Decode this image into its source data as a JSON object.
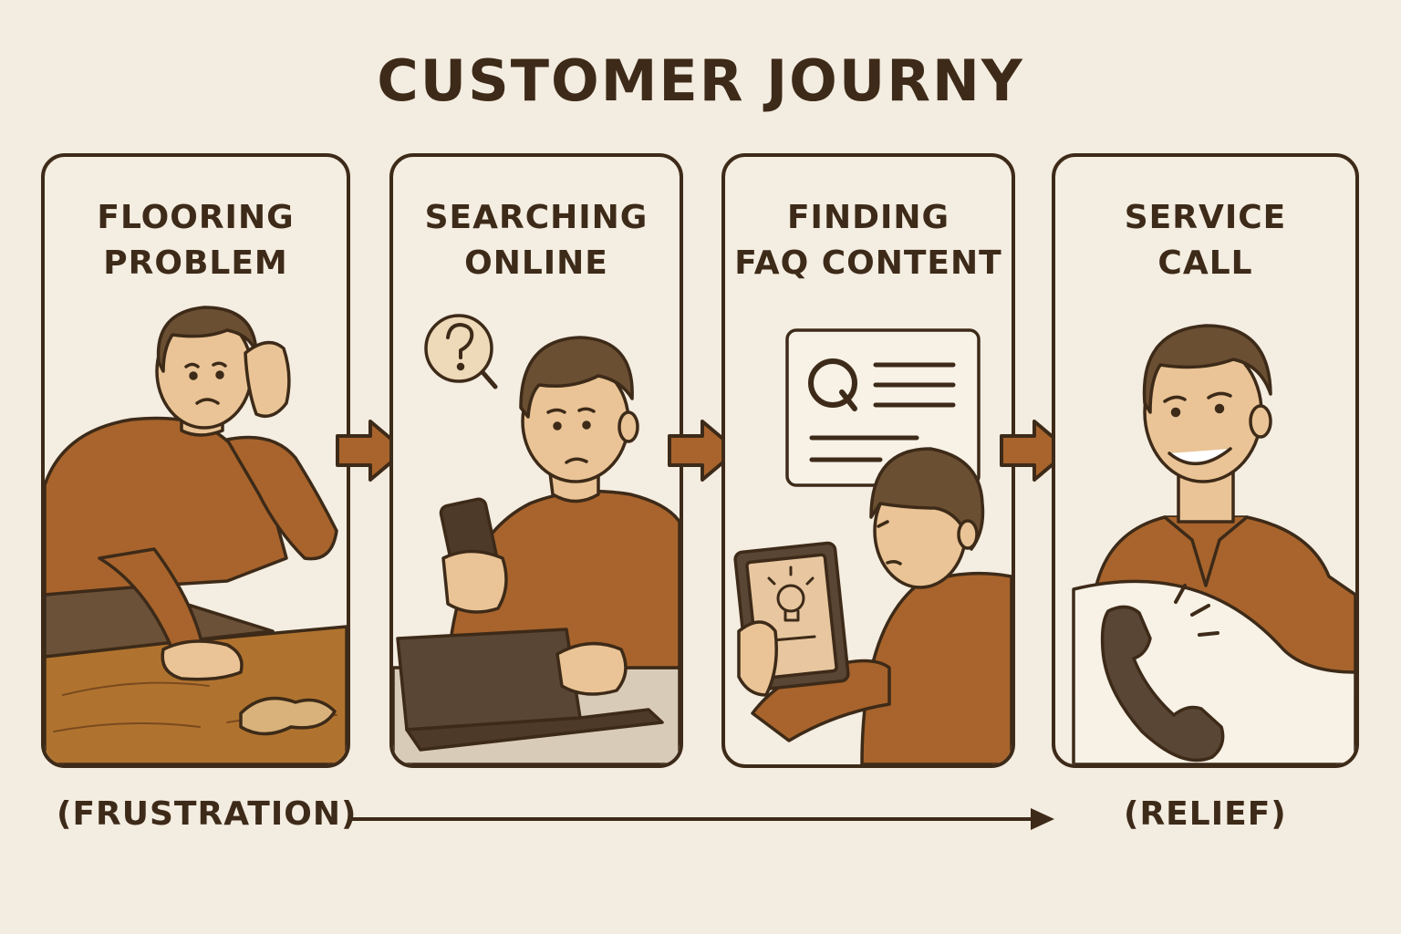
{
  "title": "CUSTOMER JOURNY",
  "panels": [
    {
      "line1": "FLOORING",
      "line2": "PROBLEM"
    },
    {
      "line1": "SEARCHING",
      "line2": "ONLINE"
    },
    {
      "line1": "FINDING",
      "line2": "FAQ CONTENT"
    },
    {
      "line1": "SERVICE",
      "line2": "CALL"
    }
  ],
  "labels": {
    "start": "(FRUSTRATION)",
    "end": "(RELIEF)"
  },
  "icons": {
    "panel2": "question-magnifier-icon",
    "panel3": "faq-card-icon",
    "panel3_tablet": "lightbulb-icon",
    "panel4": "phone-ringing-icon"
  },
  "colors": {
    "background": "#f3ece0",
    "ink": "#3d2a18",
    "sweater": "#a8642c",
    "skin": "#eac496",
    "hair": "#6b4f32",
    "wood": "#b0732f"
  }
}
